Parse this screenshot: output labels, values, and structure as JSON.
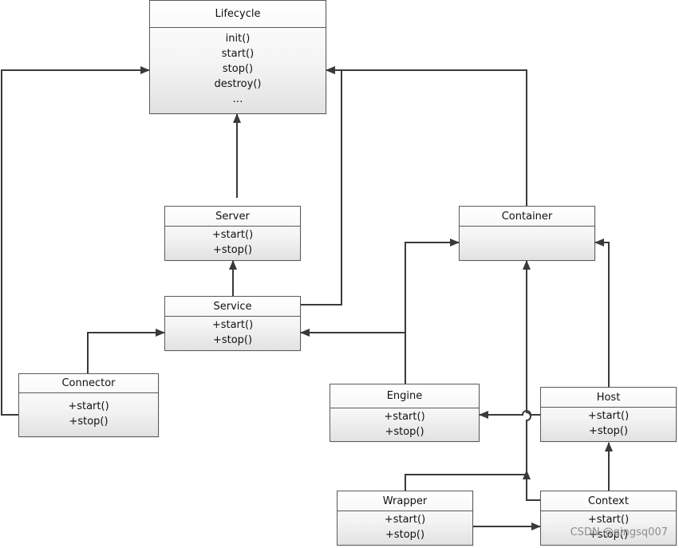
{
  "classes": {
    "lifecycle": {
      "name": "Lifecycle",
      "methods": [
        "init()",
        "start()",
        "stop()",
        "destroy()",
        "…"
      ]
    },
    "server": {
      "name": "Server",
      "methods": [
        "+start()",
        "+stop()"
      ]
    },
    "service": {
      "name": "Service",
      "methods": [
        "+start()",
        "+stop()"
      ]
    },
    "connector": {
      "name": "Connector",
      "methods": [
        "+start()",
        "+stop()"
      ]
    },
    "container": {
      "name": "Container",
      "methods": []
    },
    "engine": {
      "name": "Engine",
      "methods": [
        "+start()",
        "+stop()"
      ]
    },
    "host": {
      "name": "Host",
      "methods": [
        "+start()",
        "+stop()"
      ]
    },
    "wrapper": {
      "name": "Wrapper",
      "methods": [
        "+start()",
        "+stop()"
      ]
    },
    "context": {
      "name": "Context",
      "methods": [
        "+start()",
        "+stop()"
      ]
    }
  },
  "watermark": "CSDN @qingsq007",
  "colors": {
    "line": "#3a3a3a",
    "border": "#5a5a5a"
  }
}
